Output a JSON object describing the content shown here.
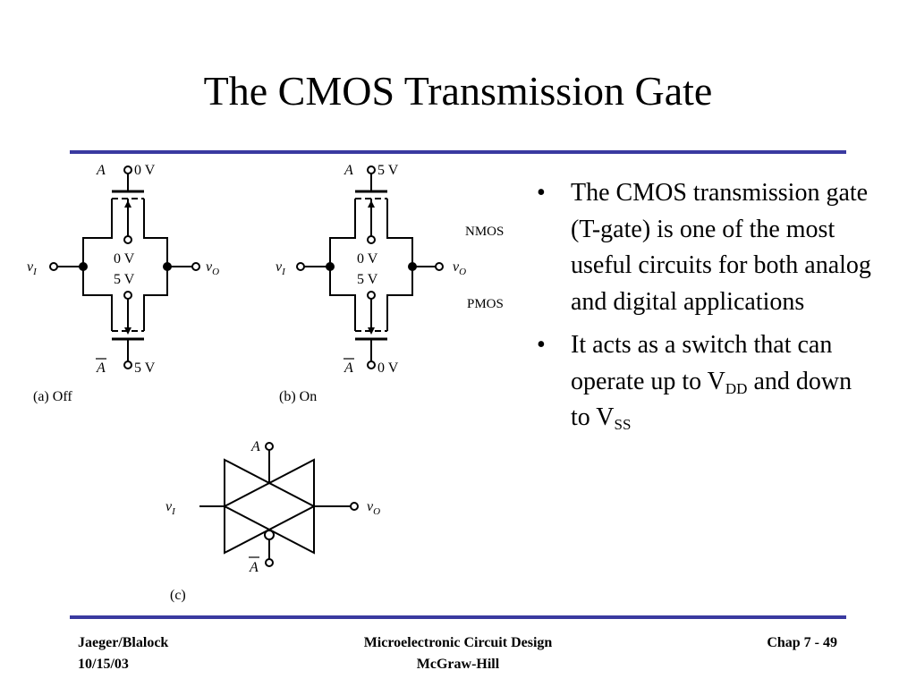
{
  "title": "The CMOS Transmission Gate",
  "bullets": [
    {
      "text": "The CMOS transmission gate (T-gate) is one of the most useful circuits for both analog and digital applications"
    },
    {
      "pre": "It acts as a switch that can operate up to V",
      "sub1": "DD",
      "mid": " and down to V",
      "sub2": "SS"
    }
  ],
  "bullet_symbol": "•",
  "figure": {
    "a": {
      "top_gate_label": "A",
      "top_gate_voltage": "0 V",
      "body_top": "0 V",
      "body_bottom": "5 V",
      "bottom_gate_label": "A",
      "bottom_gate_voltage": "5 V",
      "input": "v",
      "input_sub": "I",
      "output": "v",
      "output_sub": "O",
      "caption": "(a) Off"
    },
    "b": {
      "top_gate_label": "A",
      "top_gate_voltage": "5 V",
      "body_top": "0 V",
      "body_bottom": "5 V",
      "bottom_gate_label": "A",
      "bottom_gate_voltage": "0 V",
      "input": "v",
      "input_sub": "I",
      "output": "v",
      "output_sub": "O",
      "caption": "(b) On",
      "nmos_label": "NMOS",
      "pmos_label": "PMOS"
    },
    "c": {
      "top_label": "A",
      "bottom_label": "A",
      "input": "v",
      "input_sub": "I",
      "output": "v",
      "output_sub": "O",
      "caption": "(c)"
    }
  },
  "footer": {
    "left_line1": "Jaeger/Blalock",
    "left_line2": "10/15/03",
    "center_line1": "Microelectronic Circuit Design",
    "center_line2": "McGraw-Hill",
    "right": "Chap 7 - 49"
  },
  "colors": {
    "rule": "#3a3aa0",
    "text": "#000000",
    "background": "#ffffff"
  }
}
